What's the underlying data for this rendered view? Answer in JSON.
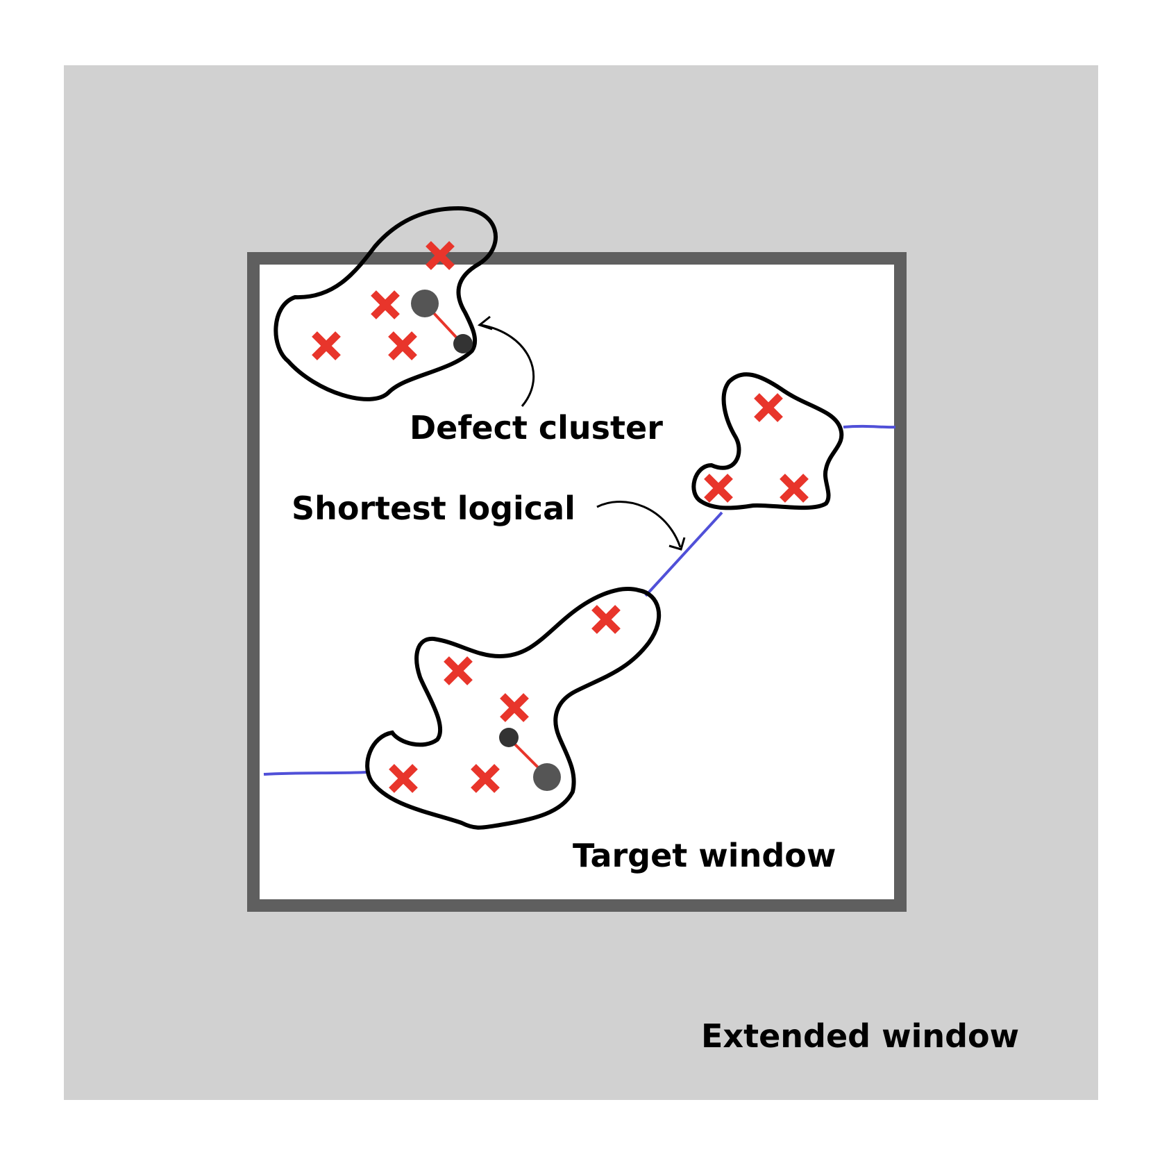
{
  "labels": {
    "defect_cluster": "Defect cluster",
    "shortest_logical": "Shortest logical",
    "target_window": "Target window",
    "extended_window": "Extended window"
  },
  "colors": {
    "extended_window": "#d1d1d1",
    "target_window_fill": "#ffffff",
    "target_window_border": "#5f5f5f",
    "defect": "#e8352b",
    "logical_path": "#5050d8",
    "cluster_outline": "#000000",
    "syndrome_large": "#555555",
    "syndrome_small": "#333333",
    "matching_edge": "#e8352b"
  },
  "icons": {
    "defect": "x-mark-icon",
    "syndrome": "filled-circle-icon"
  }
}
